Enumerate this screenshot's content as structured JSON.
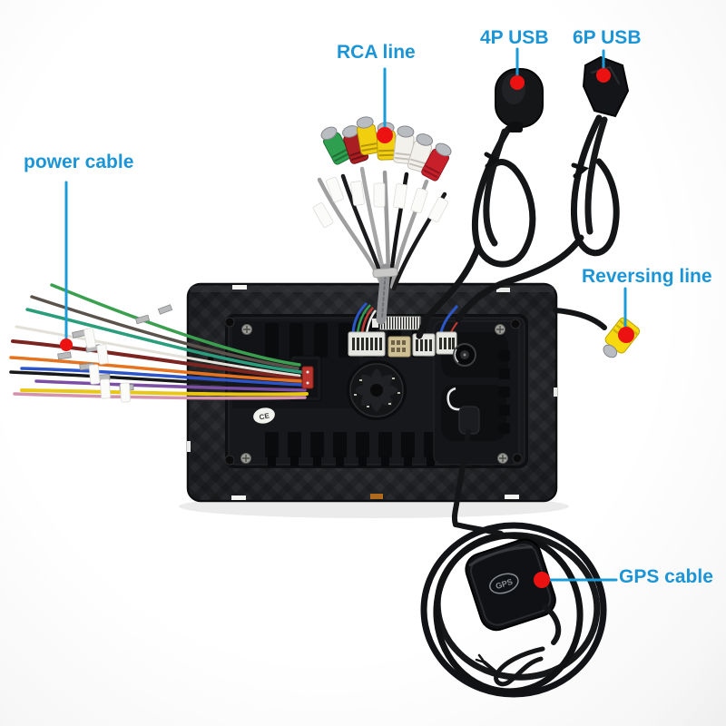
{
  "callouts": [
    {
      "id": "power-cable",
      "label": "power cable"
    },
    {
      "id": "rca-line",
      "label": "RCA line"
    },
    {
      "id": "usb-4p",
      "label": "4P USB"
    },
    {
      "id": "usb-6p",
      "label": "6P USB"
    },
    {
      "id": "reversing-line",
      "label": "Reversing line"
    },
    {
      "id": "gps-cable",
      "label": "GPS cable"
    }
  ],
  "device_markings": {
    "gps_module": "GPS",
    "ce_badge": "CE"
  },
  "style": {
    "label_color": "#1b95d6",
    "callout_line_color": "#1b9cd8",
    "marker_color": "#ed1212",
    "background": "#ffffff",
    "reversing_connector_color": "#f6d90f",
    "rca_connector_colors": [
      "#2e9e4f",
      "#a81e23",
      "#f2cf0e",
      "#f2cf0e",
      "#f3f1ec",
      "#f3f1ec",
      "#c8202a"
    ],
    "power_wire_colors": [
      "#3aa04f",
      "#5b534b",
      "#2a9d7d",
      "#e3e0d8",
      "#7c2420",
      "#e5731f",
      "#2d55c8",
      "#17181a",
      "#7b4fa4",
      "#e9c716",
      "#d493ad"
    ]
  }
}
